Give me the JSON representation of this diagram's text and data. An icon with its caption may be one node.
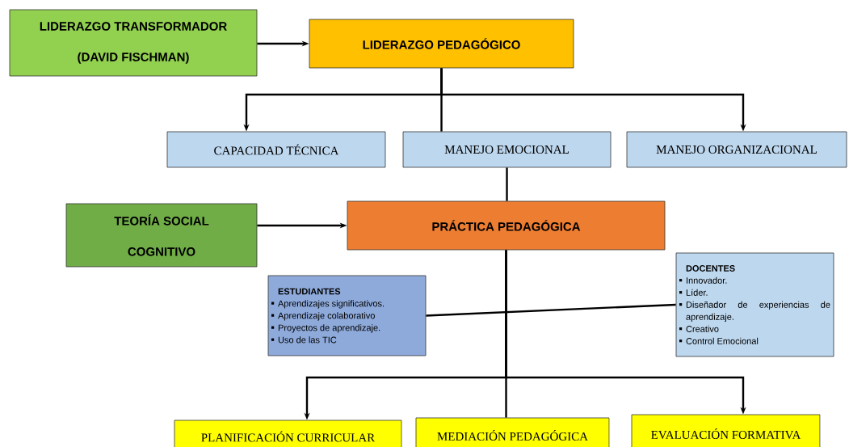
{
  "diagram": {
    "nodes": [
      {
        "text": [
          "LIDERAZGO TRANSFORMADOR (DAVID FISCHMAN)"
        ]
      },
      {
        "text": [
          "LIDERAZGO PEDAGÓGICO"
        ]
      },
      {
        "text": [
          "CAPACIDAD TÉCNICA"
        ]
      },
      {
        "text": [
          "MANEJO EMOCIONAL"
        ]
      },
      {
        "text": [
          "MANEJO ORGANIZACIONAL"
        ]
      },
      {
        "text": [
          "TEORÍA SOCIAL COGNITIVO"
        ]
      },
      {
        "text": [
          "PRÁCTICA PEDAGÓGICA"
        ]
      },
      {
        "text": [
          "ESTUDIANTES",
          "Aprendizajes significativos.",
          "Aprendizaje colaborativo",
          "Proyectos de aprendizaje.",
          "Uso de las TIC"
        ]
      },
      {
        "text": [
          "DOCENTES",
          "Innovador.",
          "Líder.",
          "Diseñador de experiencias de aprendizaje.",
          "Creativo",
          "Control Emocional"
        ]
      },
      {
        "text": [
          "PLANIFICACIÓN CURRICULAR"
        ]
      },
      {
        "text": [
          "MEDIACIÓN PEDAGÓGICA"
        ]
      },
      {
        "text": [
          "EVALUACIÓN FORMATIVA"
        ]
      }
    ],
    "edges": [
      {
        "from": 0,
        "to": 1,
        "arrow": "to"
      },
      {
        "from": 1,
        "to": 2,
        "arrow": "to"
      },
      {
        "from": 1,
        "to": 3,
        "arrow": "none"
      },
      {
        "from": 1,
        "to": 4,
        "arrow": "to"
      },
      {
        "from": 3,
        "to": 6,
        "arrow": "none"
      },
      {
        "from": 5,
        "to": 6,
        "arrow": "to"
      },
      {
        "from": 7,
        "to": 8,
        "arrow": "none"
      },
      {
        "from": 6,
        "to": 9,
        "arrow": "to"
      },
      {
        "from": 6,
        "to": 10,
        "arrow": "none"
      },
      {
        "from": 6,
        "to": 11,
        "arrow": "to"
      }
    ]
  }
}
